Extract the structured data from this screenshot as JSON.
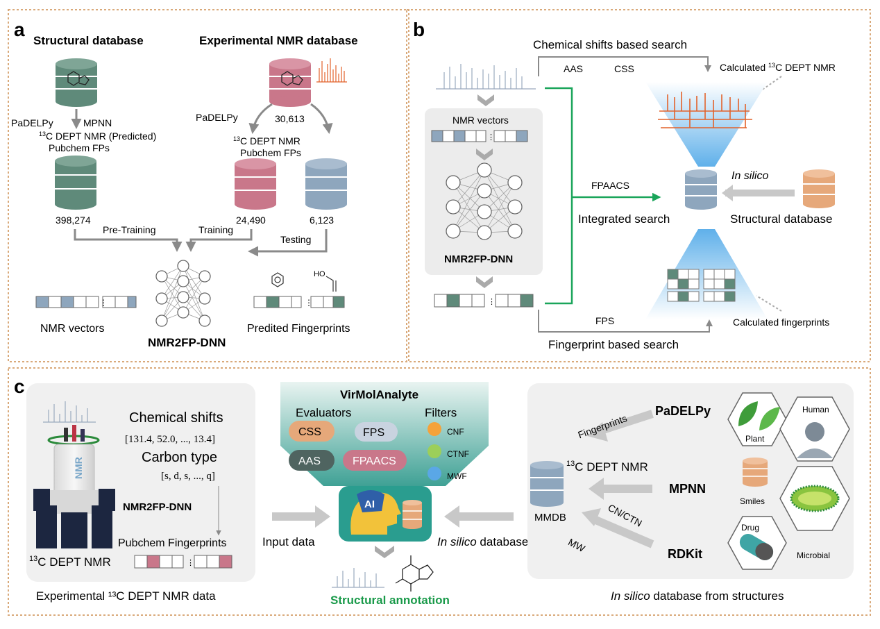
{
  "panel_a": {
    "letter": "a",
    "structural_db_title": "Structural database",
    "experimental_db_title": "Experimental NMR  database",
    "padelpy_left": "PaDELPy",
    "mpnn_left": "MPNN",
    "dept_predicted": "DEPT NMR (Predicted)",
    "dept_sup": "13",
    "dept_c": "C",
    "pubchem_left": "Pubchem FPs",
    "padelpy_right": "PaDELPy",
    "count_experimental": "30,613",
    "dept_right": "DEPT NMR",
    "pubchem_right": "Pubchem FPs",
    "count_pretrain": "398,274",
    "count_train": "24,490",
    "count_test": "6,123",
    "label_pretrain": "Pre-Training",
    "label_train": "Training",
    "label_test": "Testing",
    "nmr_vectors": "NMR vectors",
    "predicted_fps": "Predited Fingerprints",
    "model_name": "NMR2FP-DNN",
    "ho_label": "HO"
  },
  "panel_b": {
    "letter": "b",
    "chem_shift_search": "Chemical shifts based search",
    "aas": "AAS",
    "css": "CSS",
    "calc_dept_pre": "Calculated ",
    "calc_dept_sup": "13",
    "calc_dept_post": "C DEPT NMR",
    "nmr_vectors": "NMR vectors",
    "model_name": "NMR2FP-DNN",
    "fpaacs": "FPAACS",
    "integrated_search": "Integrated search",
    "in_silico": "In silico",
    "structural_db": "Structural database",
    "fps": "FPS",
    "calc_fingerprints": "Calculated fingerprints",
    "fp_search": "Fingerprint based search"
  },
  "panel_c": {
    "letter": "c",
    "chem_shifts_title": "Chemical shifts",
    "chem_shifts_values": "[131.4, 52.0, ..., 13.4]",
    "carbon_type_title": "Carbon type",
    "carbon_type_values": "[s, d, s, ..., q]",
    "model_name": "NMR2FP-DNN",
    "pubchem_fps": "Pubchem Fingerprints",
    "dept_sup": "13",
    "dept_label": "C DEPT NMR",
    "nmr_magnet_label": "NMR",
    "exp_caption": "Experimental ¹³C DEPT NMR data",
    "input_data": "Input data",
    "in_silico_db_it": "In silico",
    "in_silico_db_rest": " database",
    "virmol_title": "VirMolAnalyte",
    "evaluators": "Evaluators",
    "filters": "Filters",
    "eval_css": "CSS",
    "eval_fps": "FPS",
    "eval_aas": "AAS",
    "eval_fpaacs": "FPAACS",
    "filter_cnf": "CNF",
    "filter_ctnf": "CTNF",
    "filter_mwf": "MWF",
    "ai_label": "AI",
    "structural_annotation": "Structural annotation",
    "fingerprints": "Fingerprints",
    "padelpy": "PaDELPy",
    "dept_right_sup": "13",
    "dept_right": "C DEPT NMR",
    "mpnn": "MPNN",
    "mmdb": "MMDB",
    "cn_ctn": "CN/CTN",
    "mw": "MW",
    "rdkit": "RDKit",
    "plant": "Plant",
    "human": "Human",
    "smiles": "Smiles",
    "drug": "Drug",
    "microbial": "Microbial",
    "right_caption_it": "In silico",
    "right_caption_rest": " database from structures"
  },
  "colors": {
    "border_dashed": "#d9a97a",
    "structural_green": "#5f8a7a",
    "experimental_pink": "#c9778a",
    "testing_blue": "#8ea6bd",
    "orange_db": "#e6a87a",
    "arrow_gray": "#8a8a8a",
    "green_line": "#1aa55a",
    "annotation_green": "#1a9a4a",
    "nmr_orange": "#e2622a"
  }
}
